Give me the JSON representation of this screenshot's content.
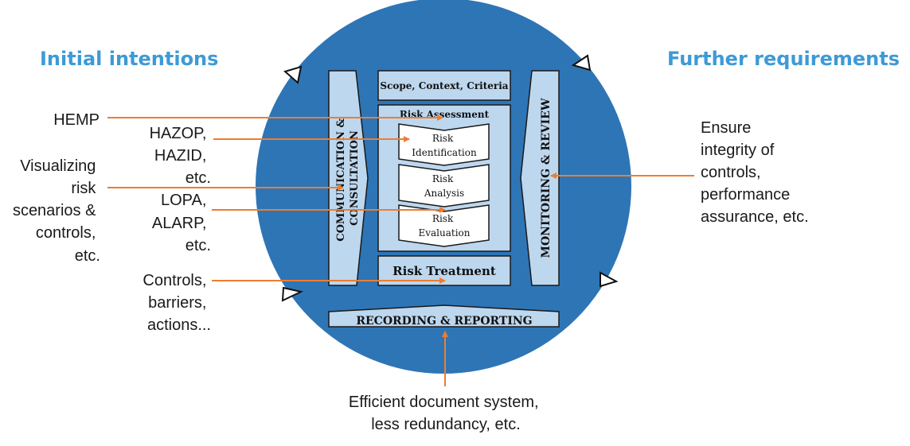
{
  "headings": {
    "left": "Initial intentions",
    "right": "Further requirements"
  },
  "left_labels": {
    "hemp": [
      "HEMP"
    ],
    "hazop": [
      "HAZOP,",
      "HAZID,",
      "etc."
    ],
    "visualizing": [
      "Visualizing",
      "risk",
      "scenarios &",
      "controls,",
      "etc."
    ],
    "lopa": [
      "LOPA,",
      "ALARP,",
      "etc."
    ],
    "controls": [
      "Controls,",
      "barriers,",
      "actions..."
    ]
  },
  "right_label": [
    "Ensure",
    "integrity of",
    "controls,",
    "performance",
    "assurance, etc."
  ],
  "bottom_label": [
    "Efficient document system,",
    "less redundancy, etc."
  ],
  "framework": {
    "communication": [
      "COMMUNICATION &",
      "CONSULTATION"
    ],
    "scope": "Scope, Context, Criteria",
    "risk_assessment": "Risk Assessment",
    "identification": [
      "Risk",
      "Identification"
    ],
    "analysis": [
      "Risk",
      "Analysis"
    ],
    "evaluation": [
      "Risk",
      "Evaluation"
    ],
    "treatment": "Risk Treatment",
    "monitoring": "MONITORING & REVIEW",
    "recording": "RECORDING & REPORTING"
  },
  "colors": {
    "circle": "#2e75b6",
    "box": "#bdd7ee",
    "arrow": "#ed7d31",
    "heading": "#3d9ad6"
  }
}
